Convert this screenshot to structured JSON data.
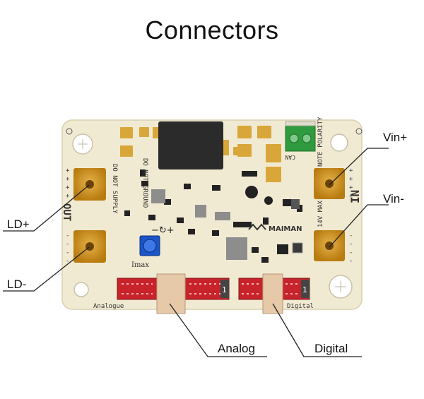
{
  "title": "Connectors",
  "callouts": {
    "ld_plus": "LD+",
    "ld_minus": "LD-",
    "vin_plus": "Vin+",
    "vin_minus": "Vin-",
    "analog": "Analog",
    "digital": "Digital"
  },
  "board": {
    "do_not_ground": "DO NOT GROUND",
    "do_not_supply": "DO NOT SUPPLY",
    "out": "OUT",
    "in": "IN",
    "note_polarity": "NOTE POLARITY",
    "can": "CAN",
    "v14_max": "14V MAX",
    "brand": "MAIMAN",
    "imax": "Imax",
    "analogue": "Analogue",
    "digital": "Digital",
    "conn_num_1": "1",
    "conn_num_2": "1"
  },
  "colors": {
    "board": "#f1ead2",
    "pad": "#c88f18",
    "header": "#c8232b",
    "plug": "#e5c9a8",
    "terminal": "#2f9a3e"
  }
}
